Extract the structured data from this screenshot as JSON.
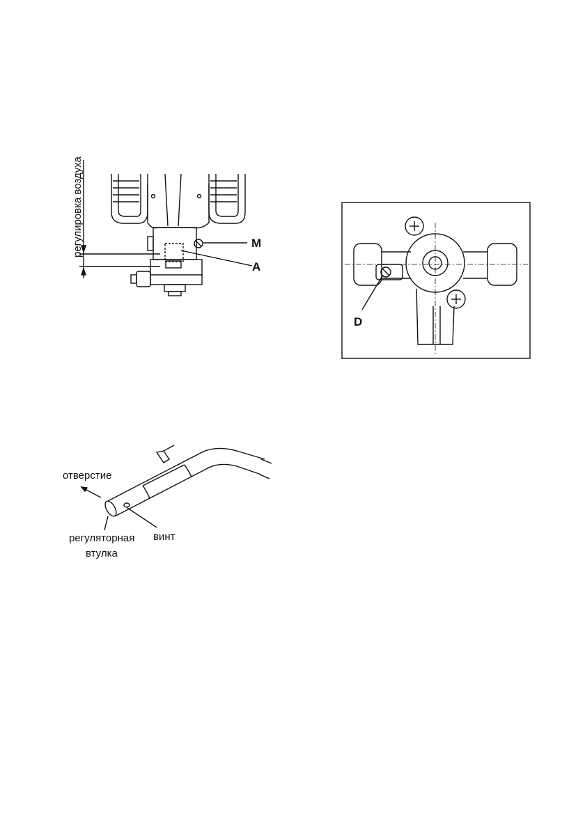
{
  "figure_burner": {
    "vertical_label": "регулировка воздуха",
    "label_m": "M",
    "label_a": "A"
  },
  "figure_valve": {
    "label_d": "D"
  },
  "figure_tube": {
    "label_hole": "отверстие",
    "label_sleeve_line1": "регуляторная",
    "label_sleeve_line2": "втулка",
    "label_screw": "винт"
  }
}
